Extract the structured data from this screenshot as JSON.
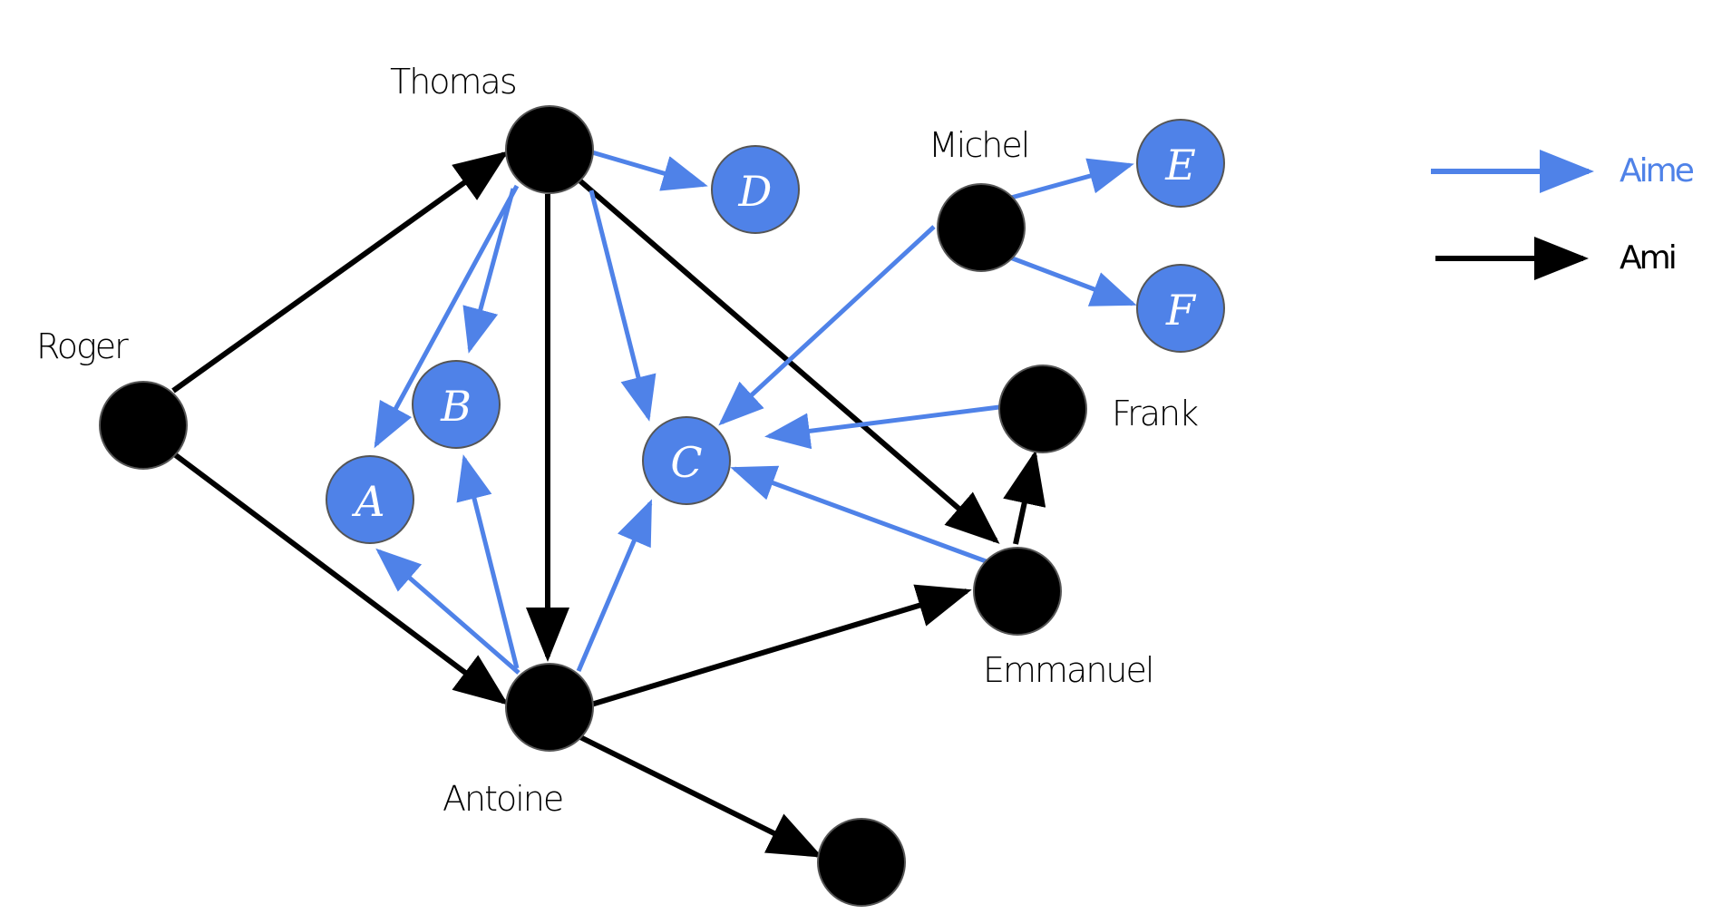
{
  "colors": {
    "aime": "#4F82E8",
    "ami": "#000000",
    "person_node": "#000000",
    "item_node": "#4F82E8",
    "node_stroke": "#555555"
  },
  "people": {
    "thomas": "Thomas",
    "roger": "Roger",
    "antoine": "Antoine",
    "michel": "Michel",
    "frank": "Frank",
    "emmanuel": "Emmanuel"
  },
  "items": {
    "a": "A",
    "b": "B",
    "c": "C",
    "d": "D",
    "e": "E",
    "f": "F"
  },
  "legend": {
    "aime": "Aime",
    "ami": "Ami"
  },
  "edges": {
    "ami": [
      [
        "roger",
        "thomas"
      ],
      [
        "roger",
        "antoine"
      ],
      [
        "thomas",
        "antoine"
      ],
      [
        "thomas",
        "emmanuel"
      ],
      [
        "antoine",
        "emmanuel"
      ],
      [
        "antoine",
        "unnamed"
      ],
      [
        "emmanuel",
        "frank"
      ]
    ],
    "aime": [
      [
        "thomas",
        "d"
      ],
      [
        "thomas",
        "b"
      ],
      [
        "thomas",
        "a"
      ],
      [
        "thomas",
        "c"
      ],
      [
        "antoine",
        "a"
      ],
      [
        "antoine",
        "b"
      ],
      [
        "antoine",
        "c"
      ],
      [
        "michel",
        "c"
      ],
      [
        "michel",
        "e"
      ],
      [
        "michel",
        "f"
      ],
      [
        "frank",
        "c"
      ],
      [
        "emmanuel",
        "c"
      ]
    ]
  }
}
